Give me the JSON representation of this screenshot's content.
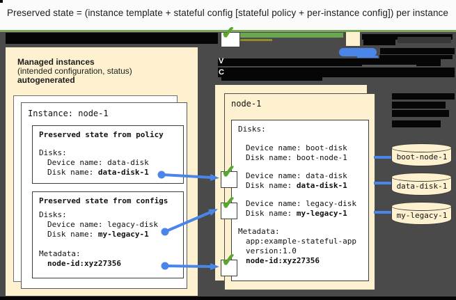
{
  "header": {
    "title": "Preserved state = (instance template + stateful config [stateful policy + per-instance config]) per instance"
  },
  "colors": {
    "panel_cream": "#fdf1d0",
    "background": "#4a4a4a",
    "accent_green": "#6aa84f",
    "check_green": "#5aa62f",
    "accent_blue": "#4a86e8",
    "redaction_black": "#060606"
  },
  "icons": {
    "check": "✓"
  },
  "remnants": {
    "glyph_v": "V",
    "glyph_c": "C"
  },
  "left_panel": {
    "heading_primary": "Managed instances",
    "heading_secondary": "(intended configuration, status)",
    "heading_tertiary": "autogenerated",
    "instance_box_title": "Instance: node-1",
    "policy_box": {
      "title": "Preserved state from policy",
      "disks_label": "Disks:",
      "device_line": "Device name: data-disk",
      "disk_prefix": "Disk name: ",
      "disk_value": "data-disk-1"
    },
    "configs_box": {
      "title": "Preserved state from configs",
      "disks_label": "Disks:",
      "device_line": "Device name: legacy-disk",
      "disk_prefix": "Disk name: ",
      "disk_value": "my-legacy-1",
      "metadata_label": "Metadata:",
      "metadata_value": "node-id:xyz27356"
    }
  },
  "right_panel": {
    "title": "node-1",
    "disks_label": "Disks:",
    "boot_device_line": "Device name: boot-disk",
    "boot_disk_line": "Disk name: boot-node-1",
    "data_device_line": "Device name: data-disk",
    "data_disk_prefix": "Disk name: ",
    "data_disk_value": "data-disk-1",
    "legacy_device_line": "Device name: legacy-disk",
    "legacy_disk_prefix": "Disk name: ",
    "legacy_disk_value": "my-legacy-1",
    "metadata_label": "Metadata:",
    "metadata_app": "app:example-stateful-app",
    "metadata_version": "version:1.0",
    "metadata_node_id": "node-id:xyz27356"
  },
  "disk_cylinders": {
    "boot": "boot-node-1",
    "data": "data-disk-1",
    "legacy": "my-legacy-1"
  }
}
